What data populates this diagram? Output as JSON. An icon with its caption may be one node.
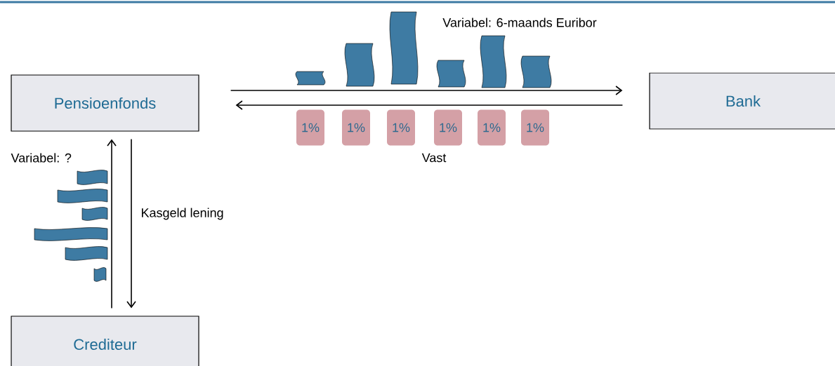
{
  "diagram": {
    "nodes": [
      {
        "text": [
          "Pensioenfonds"
        ]
      },
      {
        "text": [
          "Bank"
        ]
      },
      {
        "text": [
          "Crediteur"
        ]
      },
      {
        "text": [
          "1%"
        ]
      },
      {
        "text": [
          "1%"
        ]
      },
      {
        "text": [
          "1%"
        ]
      },
      {
        "text": [
          "1%"
        ]
      },
      {
        "text": [
          "1%"
        ]
      },
      {
        "text": [
          "1%"
        ]
      }
    ],
    "edges": [
      {
        "from": 0,
        "to": 1,
        "arrow": "to"
      },
      {
        "from": 1,
        "to": 0,
        "arrow": "to"
      },
      {
        "from": 2,
        "to": 0,
        "arrow": "to"
      },
      {
        "from": 0,
        "to": 2,
        "arrow": "to",
        "label": "Kasgeld lening"
      }
    ],
    "labels": [
      "Variabel: 6-maands Euribor",
      "Vast",
      "Variabel: ?"
    ]
  }
}
